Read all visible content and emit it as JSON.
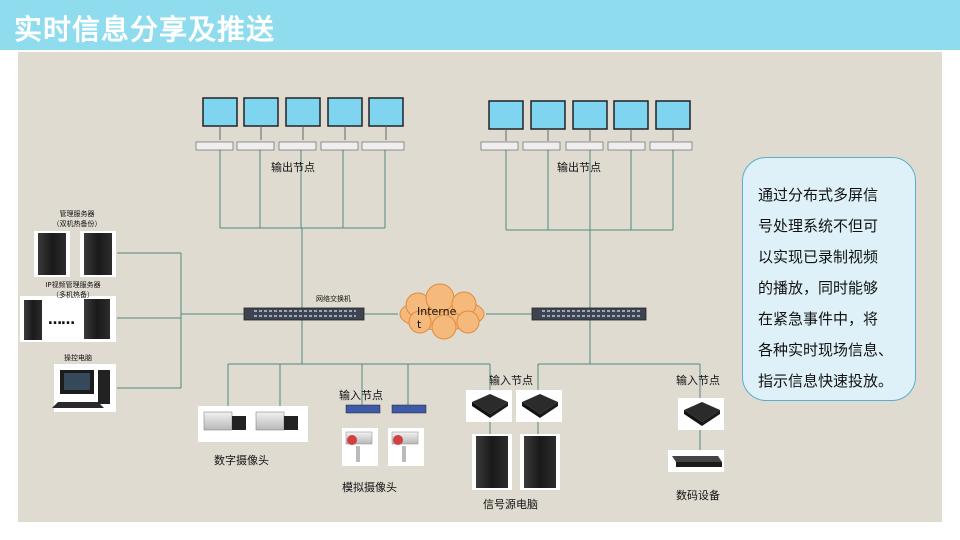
{
  "title": "实时信息分享及推送",
  "labels": {
    "output_node_left": "输出节点",
    "output_node_right": "输出节点",
    "network_switch": "网络交换机",
    "internet_line1": "Interne",
    "internet_line2": "t",
    "mgmt_server_line1": "管理服务器",
    "mgmt_server_line2": "（双机热备份）",
    "ip_mgmt_line1": "IP视频管理服务器",
    "ip_mgmt_line2": "（多机热备）",
    "dots": "……",
    "console_pc": "操控电脑",
    "input_node_left": "输入节点",
    "input_node_mid": "输入节点",
    "input_node_right": "输入节点",
    "digital_camera": "数字摄像头",
    "analog_camera": "模拟摄像头",
    "source_pc": "信号源电脑",
    "digital_device": "数码设备"
  },
  "callout_lines": [
    "通过分布式多屏信",
    "号处理系统不但可",
    "以实现已录制视频",
    "的播放，同时能够",
    "在紧急事件中，将",
    "各种实时现场信息、",
    "指示信息快速投放。"
  ],
  "colors": {
    "title_bg": "#8fdcee",
    "panel_bg": "#e0dbd1",
    "line": "#4f8a7e",
    "monitor_screen": "#7fd4ef",
    "callout_bg": "#dff1f8",
    "callout_border": "#5aaecb",
    "cloud": "#f6b97c"
  }
}
